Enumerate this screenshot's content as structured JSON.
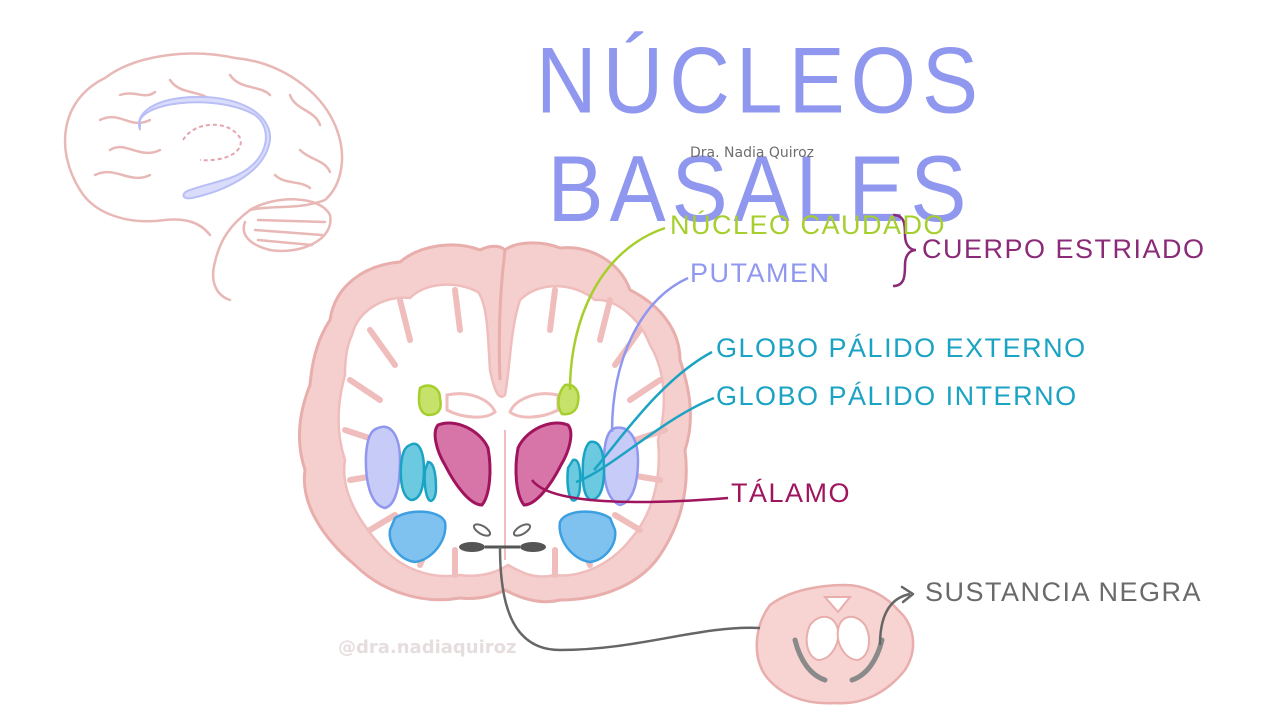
{
  "title": "NÚCLEOS BASALES",
  "author": "Dra. Nadia Quiroz",
  "watermark": "@dra.nadiaquiroz",
  "labels": {
    "caudate": "NÚCLEO CAUDADO",
    "putamen": "PUTAMEN",
    "striatum": "CUERPO ESTRIADO",
    "gpe": "GLOBO PÁLIDO EXTERNO",
    "gpi": "GLOBO PÁLIDO INTERNO",
    "thalamus": "TÁLAMO",
    "substantia_nigra": "SUSTANCIA NEGRA"
  },
  "colors": {
    "title": "#8f97ef",
    "caudate": "#a6cf2e",
    "putamen": "#8f97ef",
    "striatum": "#8a2a78",
    "globus_pallidus": "#1ba3c4",
    "thalamus": "#a0145e",
    "substantia_nigra": "#6a6a6a",
    "cortex": "#f2c5c3"
  }
}
